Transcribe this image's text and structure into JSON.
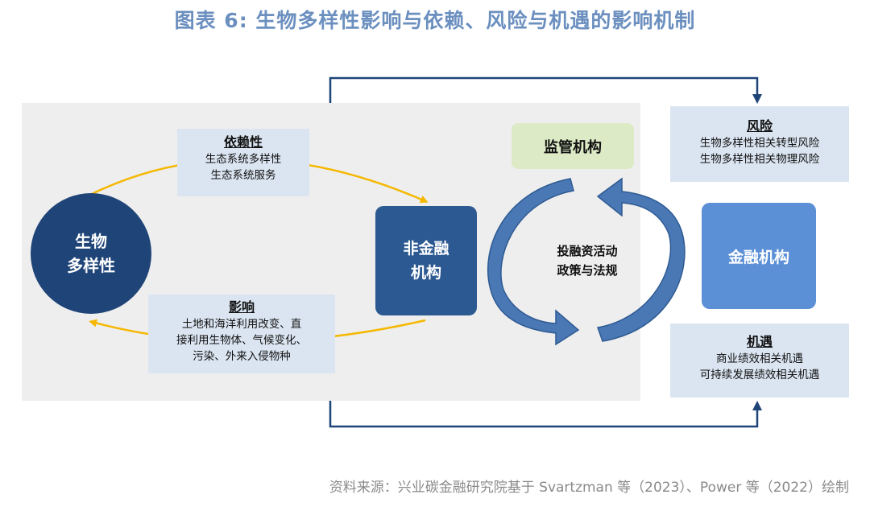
{
  "title": "图表 6:  生物多样性影响与依赖、风险与机遇的影响机制",
  "nodes": {
    "biodiversity": {
      "line1": "生物",
      "line2": "多样性"
    },
    "non_financial": {
      "line1": "非金融",
      "line2": "机构"
    },
    "regulator": "监管机构",
    "financial": "金融机构",
    "center": {
      "line1": "投融资活动",
      "line2": "政策与法规"
    }
  },
  "dependency": {
    "heading": "依赖性",
    "lines": [
      "生态系统多样性",
      "生态系统服务"
    ]
  },
  "impact": {
    "heading": "影响",
    "lines": [
      "土地和海洋利用改变、直",
      "接利用生物体、气候变化、",
      "污染、外来入侵物种"
    ]
  },
  "risk": {
    "heading": "风险",
    "lines": [
      "生物多样性相关转型风险",
      "生物多样性相关物理风险"
    ]
  },
  "opportunity": {
    "heading": "机遇",
    "lines": [
      "商业绩效相关机遇",
      "可持续发展绩效相关机遇"
    ]
  },
  "source": "资料来源：兴业碳金融研究院基于 Svartzman 等（2023）、Power 等（2022）绘制",
  "colors": {
    "title": "#6b8fbf",
    "dark_navy": "#1f4478",
    "navy": "#2c5992",
    "blue": "#5b8fd6",
    "light_blue": "#dbe5f1",
    "light_green": "#dcebc6",
    "arrow_yellow": "#f5b800",
    "arrow_blue": "#4a78b5"
  }
}
